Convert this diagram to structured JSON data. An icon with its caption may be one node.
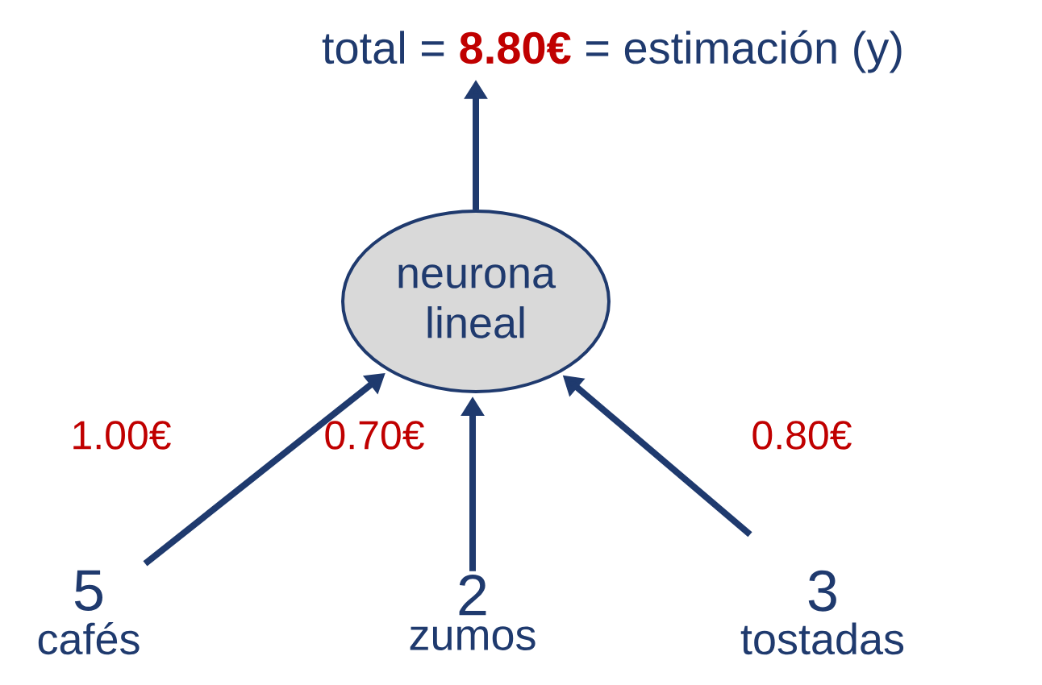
{
  "diagram": {
    "nodes": [
      {
        "text": [
          "total = **8.80€** = estimación (y)"
        ]
      },
      {
        "text": [
          "neurona lineal"
        ]
      },
      {
        "text": [
          "5",
          "cafés"
        ]
      },
      {
        "text": [
          "2",
          "zumos"
        ]
      },
      {
        "text": [
          "3",
          "tostadas"
        ]
      }
    ],
    "edges": [
      {
        "from": 1,
        "to": 0,
        "arrow": "to"
      },
      {
        "from": 2,
        "to": 1,
        "arrow": "to",
        "label": "1.00€"
      },
      {
        "from": 3,
        "to": 1,
        "arrow": "to",
        "label": "0.70€"
      },
      {
        "from": 4,
        "to": 1,
        "arrow": "to",
        "label": "0.80€"
      }
    ]
  }
}
